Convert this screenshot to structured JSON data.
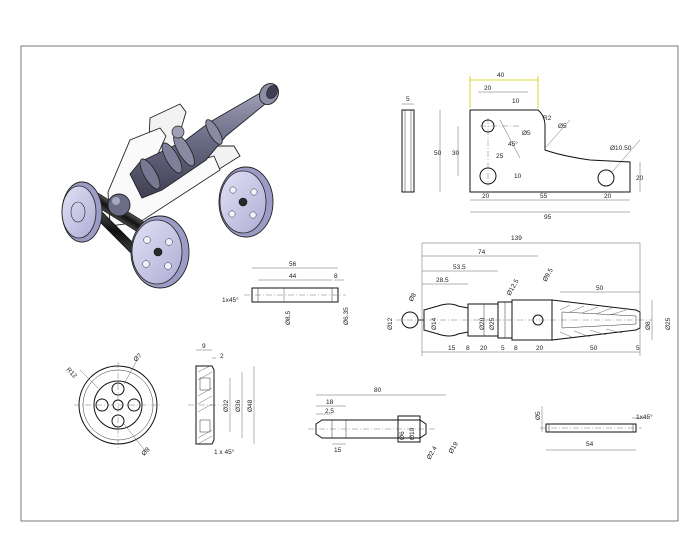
{
  "drawing": {
    "top_plate": {
      "thickness": "5"
    },
    "side_frame": {
      "dims": [
        "40",
        "20",
        "10",
        "R2",
        "Ø5",
        "50",
        "30",
        "45°",
        "25",
        "10",
        "Ø5",
        "Ø10.50",
        "20",
        "20",
        "55",
        "20",
        "95"
      ],
      "highlight_color": "#cccc00"
    },
    "barrel": {
      "dims": [
        "139",
        "74",
        "53.5",
        "28.5",
        "Ø9.5",
        "Ø12.5",
        "Ø8",
        "50",
        "Ø12",
        "Ø14",
        "Ø20",
        "Ø25",
        "Ø8",
        "Ø25",
        "15",
        "8",
        "20",
        "5",
        "8",
        "20",
        "50",
        "5"
      ]
    },
    "axle_small": {
      "dims": [
        "56",
        "44",
        "8",
        "1x45°",
        "Ø8.5",
        "Ø6.35"
      ]
    },
    "wheel_front": {
      "dims": [
        "R12",
        "Ø7",
        "Ø8"
      ]
    },
    "wheel_section": {
      "dims": [
        "9",
        "2",
        "Ø32",
        "Ø36",
        "Ø48",
        "1 x 45°"
      ]
    },
    "axle_long": {
      "dims": [
        "80",
        "18",
        "2.5",
        "15",
        "Ø6",
        "Ø10",
        "Ø2.4",
        "Ø19"
      ]
    },
    "pin": {
      "dims": [
        "Ø5",
        "1x45°",
        "54"
      ]
    },
    "colors": {
      "model_body": "#6b6c86",
      "model_wheel_face": "#c9c8ec",
      "model_frame": "#f2f2f2"
    }
  }
}
